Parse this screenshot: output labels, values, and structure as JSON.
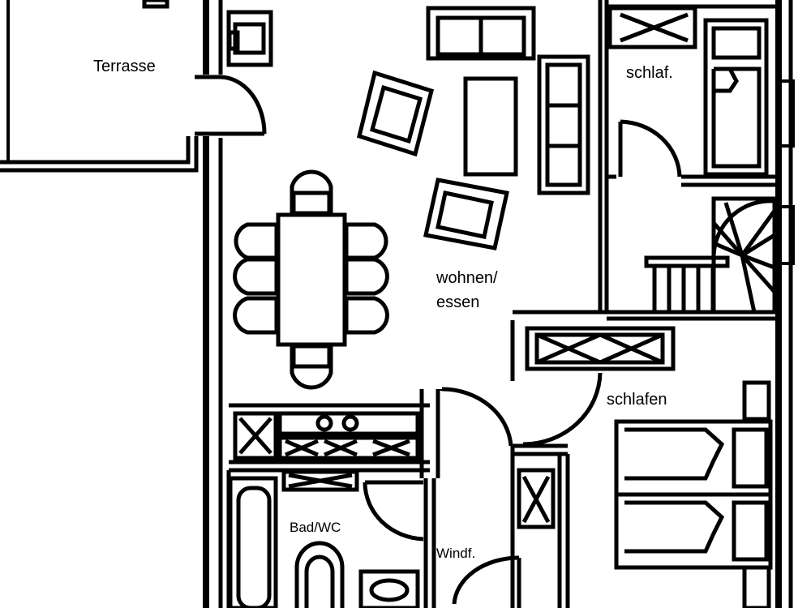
{
  "rooms": {
    "terrasse": "Terrasse",
    "schlaf_small": "schlaf.",
    "wohnen_line1": "wohnen/",
    "wohnen_line2": "essen",
    "schlafen": "schlafen",
    "bad": "Bad/WC",
    "windfang": "Windf."
  },
  "colors": {
    "line": "#000000",
    "background": "#ffffff"
  }
}
